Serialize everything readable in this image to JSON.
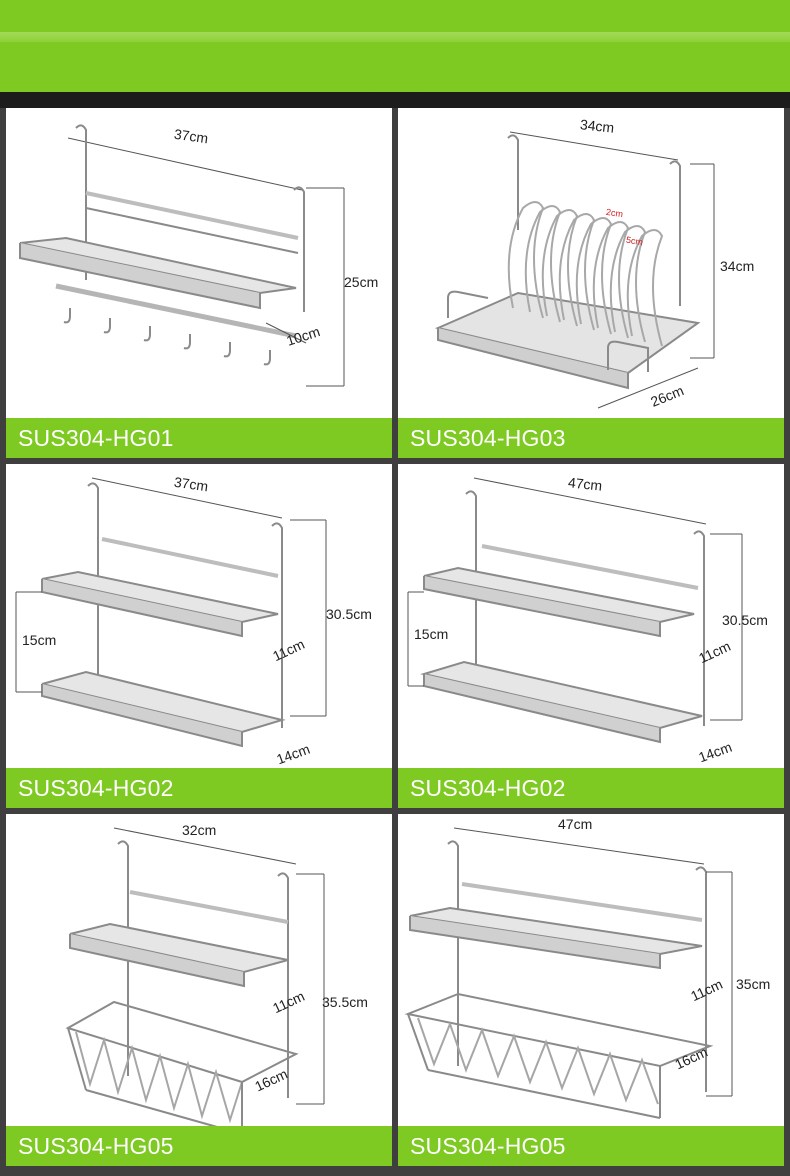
{
  "products": [
    {
      "code": "SUS304-HG01",
      "dims": {
        "width": "37cm",
        "height": "25cm",
        "depth": "10cm"
      }
    },
    {
      "code": "SUS304-HG03",
      "dims": {
        "width": "34cm",
        "height": "34cm",
        "depth": "26cm",
        "spacing": "2cm",
        "gap": "5cm"
      }
    },
    {
      "code": "SUS304-HG02",
      "dims": {
        "width": "37cm",
        "height": "30.5cm",
        "tier_gap": "15cm",
        "upper_depth": "11cm",
        "lower_depth": "14cm"
      }
    },
    {
      "code": "SUS304-HG02",
      "dims": {
        "width": "47cm",
        "height": "30.5cm",
        "tier_gap": "15cm",
        "upper_depth": "11cm",
        "lower_depth": "14cm"
      }
    },
    {
      "code": "SUS304-HG05",
      "dims": {
        "width": "32cm",
        "height": "35.5cm",
        "upper_depth": "11cm",
        "basket_depth": "16cm"
      }
    },
    {
      "code": "SUS304-HG05",
      "dims": {
        "width": "47cm",
        "height": "35cm",
        "upper_depth": "11cm",
        "basket_depth": "16cm"
      }
    }
  ],
  "colors": {
    "accent": "#7fc923",
    "divider": "#3f3f3f",
    "metal": "#9a9a9a"
  }
}
